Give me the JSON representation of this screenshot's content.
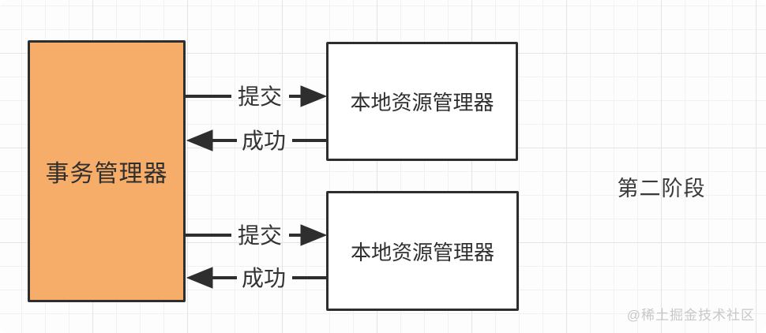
{
  "diagram": {
    "phase_label": "第二阶段",
    "transaction_manager": {
      "label": "事务管理器"
    },
    "resource_managers": [
      {
        "label": "本地资源管理器"
      },
      {
        "label": "本地资源管理器"
      }
    ],
    "edges": [
      {
        "label": "提交",
        "direction": "right",
        "from": "transaction-manager",
        "to": "resource-manager-1"
      },
      {
        "label": "成功",
        "direction": "left",
        "from": "resource-manager-1",
        "to": "transaction-manager"
      },
      {
        "label": "提交",
        "direction": "right",
        "from": "transaction-manager",
        "to": "resource-manager-2"
      },
      {
        "label": "成功",
        "direction": "left",
        "from": "resource-manager-2",
        "to": "transaction-manager"
      }
    ],
    "colors": {
      "transaction_manager_fill": "#f6ad69",
      "stroke": "#2e2e2e",
      "background": "#fdfdfd",
      "grid_line": "#f1f1f1",
      "grid_major_line": "#e4e4e4",
      "watermark": "#c8c8c8"
    }
  },
  "watermark": {
    "text": "@稀土掘金技术社区"
  }
}
